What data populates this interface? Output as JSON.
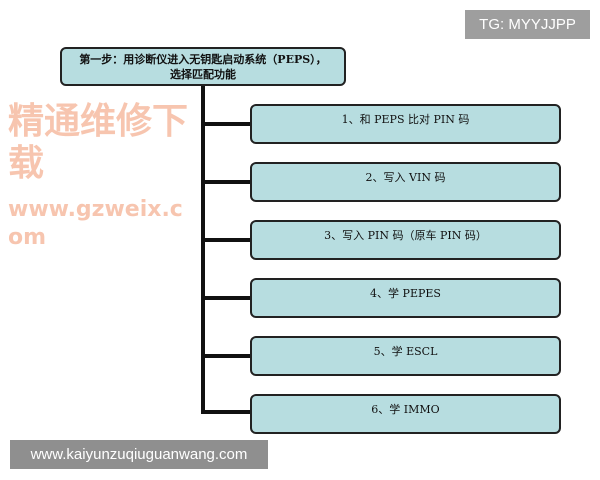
{
  "tag": "TG: MYYJJPP",
  "root": {
    "line1": "第一步：用诊断仪进入无钥匙启动系统（PEPS），",
    "line2": "选择匹配功能"
  },
  "steps": [
    {
      "label": "1、和 PEPS 比对 PIN 码"
    },
    {
      "label": "2、写入 VIN 码"
    },
    {
      "label": "3、写入 PIN 码（原车 PIN 码）"
    },
    {
      "label": "4、学 PEPES"
    },
    {
      "label": "5、学 ESCL"
    },
    {
      "label": "6、学 IMMO"
    }
  ],
  "watermark": {
    "title": "精通维修下载",
    "url": "www.gzweix.com"
  },
  "footer_url": "www.kaiyunzuqiuguanwang.com",
  "colors": {
    "box_fill": "#b7dde0",
    "connector": "#111111"
  }
}
